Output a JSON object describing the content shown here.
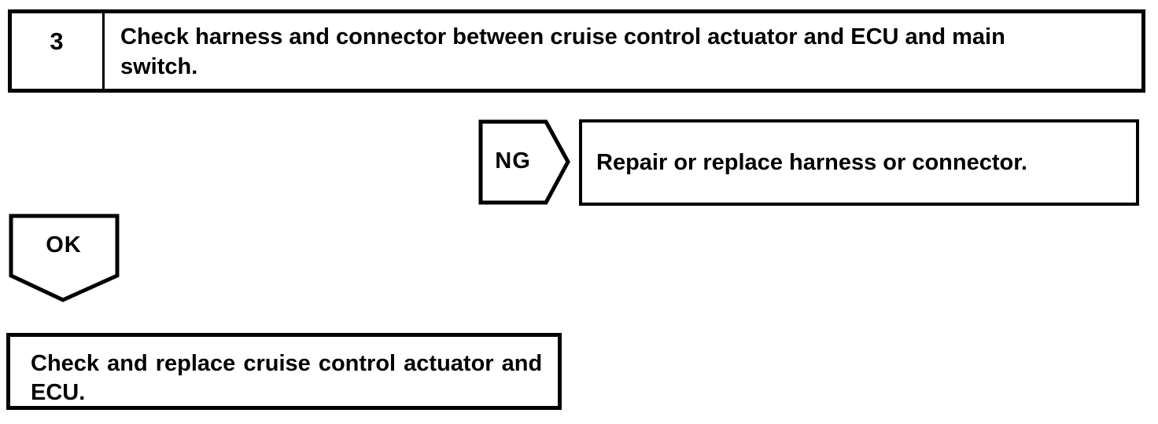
{
  "diagram": {
    "step": {
      "number": "3",
      "instruction": "Check harness and connector between cruise control actuator and ECU and main switch."
    },
    "ng_branch": {
      "label": "NG",
      "action": "Repair or replace harness or connector."
    },
    "ok_branch": {
      "label": "OK",
      "action": "Check and replace cruise control actuator and ECU."
    },
    "colors": {
      "line": "#000000",
      "background": "#ffffff",
      "text": "#000000"
    }
  }
}
